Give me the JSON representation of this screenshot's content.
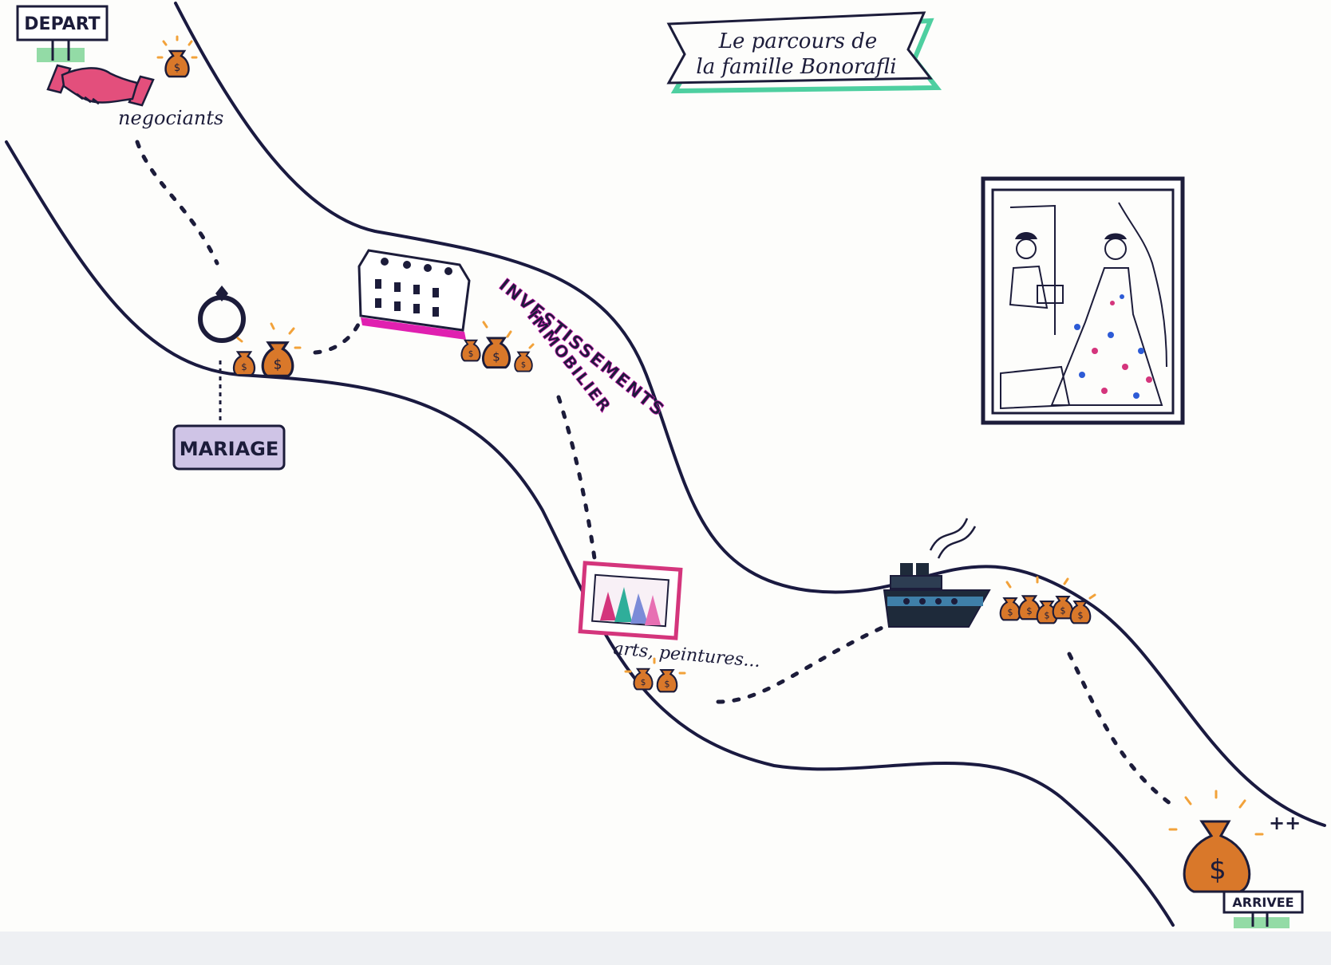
{
  "title": {
    "line1": "Le parcours de",
    "line2": "la famille Bonorafli"
  },
  "start": {
    "label": "DEPART",
    "icon": "handshake-icon",
    "caption": "negociants"
  },
  "wedding": {
    "label": "MARIAGE",
    "icon": "ring-icon"
  },
  "real_estate": {
    "label_line1": "INVESTISSEMENTS",
    "label_line2": "IMMOBILIER",
    "icon": "building-icon"
  },
  "arts": {
    "caption": "arts, peintures...",
    "icon": "painting-icon"
  },
  "trade": {
    "icon": "ship-icon"
  },
  "finish": {
    "label": "ARRIVEE",
    "extra": "++",
    "icon": "money-bag-icon"
  },
  "colors": {
    "ink": "#1a1a40",
    "handshake": "#e34f7c",
    "building_accent": "#e020b0",
    "investment_text": "#c018a8",
    "wedding_box": "#cfc4e6",
    "money_bag": "#d9782a",
    "sparks": "#f2a23a",
    "title_banner_shadow": "#4ecfa0",
    "grass": "#6fcf8a",
    "ship_hull": "#1e2a3a",
    "painting_frame": "#d4357c"
  }
}
